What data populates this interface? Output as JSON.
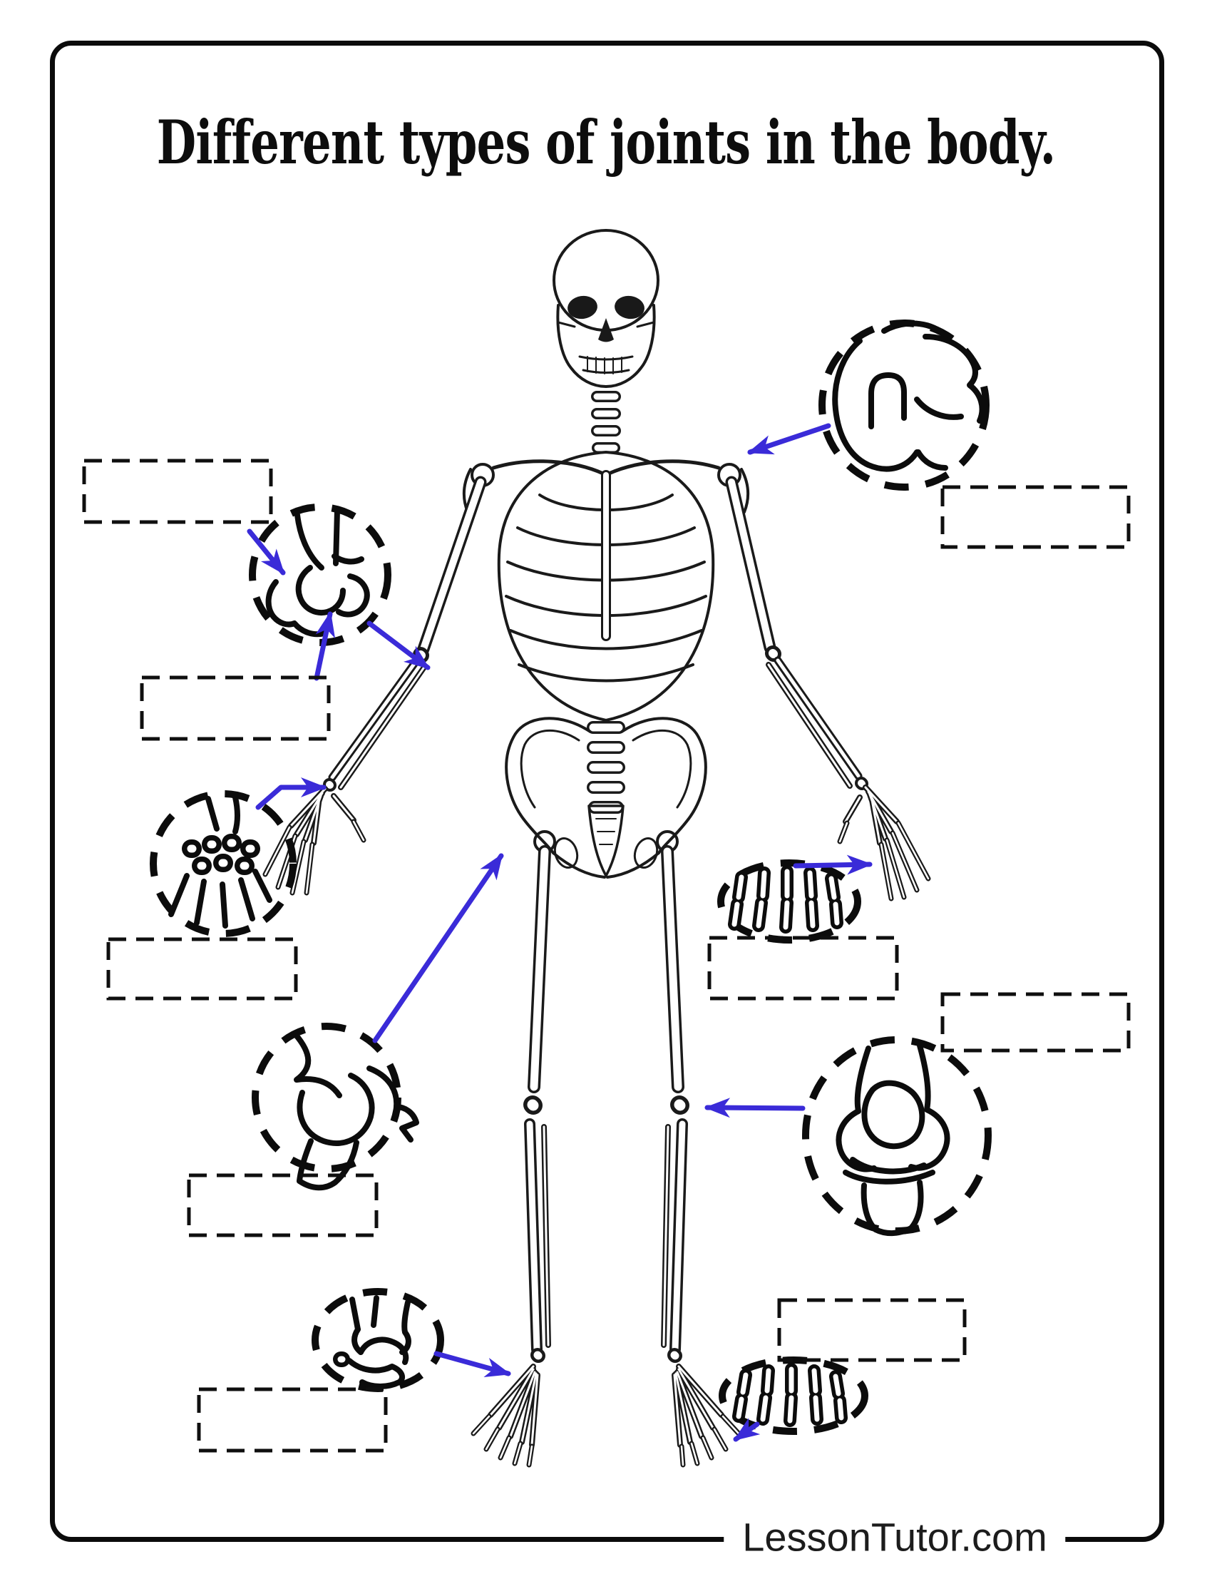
{
  "header": {
    "title": "Different types of joints in the body."
  },
  "footer": {
    "site": "LessonTutor.com"
  },
  "colors": {
    "arrow": "#3a2bd8",
    "ink": "#0d0d0d",
    "paper": "#ffffff"
  },
  "figure": {
    "name": "human-skeleton-front-view"
  },
  "insets": [
    {
      "id": "shoulder-joint"
    },
    {
      "id": "elbow-joint"
    },
    {
      "id": "wrist-joint"
    },
    {
      "id": "hip-joint"
    },
    {
      "id": "knee-joint"
    },
    {
      "id": "ankle-joint"
    },
    {
      "id": "hand-knuckle-joints"
    },
    {
      "id": "foot-toe-joints"
    }
  ],
  "answer_boxes": [
    {
      "id": "top-left",
      "value": ""
    },
    {
      "id": "mid-left",
      "value": ""
    },
    {
      "id": "wrist-left",
      "value": ""
    },
    {
      "id": "hip-left",
      "value": ""
    },
    {
      "id": "ankle-left",
      "value": ""
    },
    {
      "id": "shoulder-right",
      "value": ""
    },
    {
      "id": "hand-right",
      "value": ""
    },
    {
      "id": "knee-right",
      "value": ""
    },
    {
      "id": "foot-right",
      "value": ""
    }
  ]
}
